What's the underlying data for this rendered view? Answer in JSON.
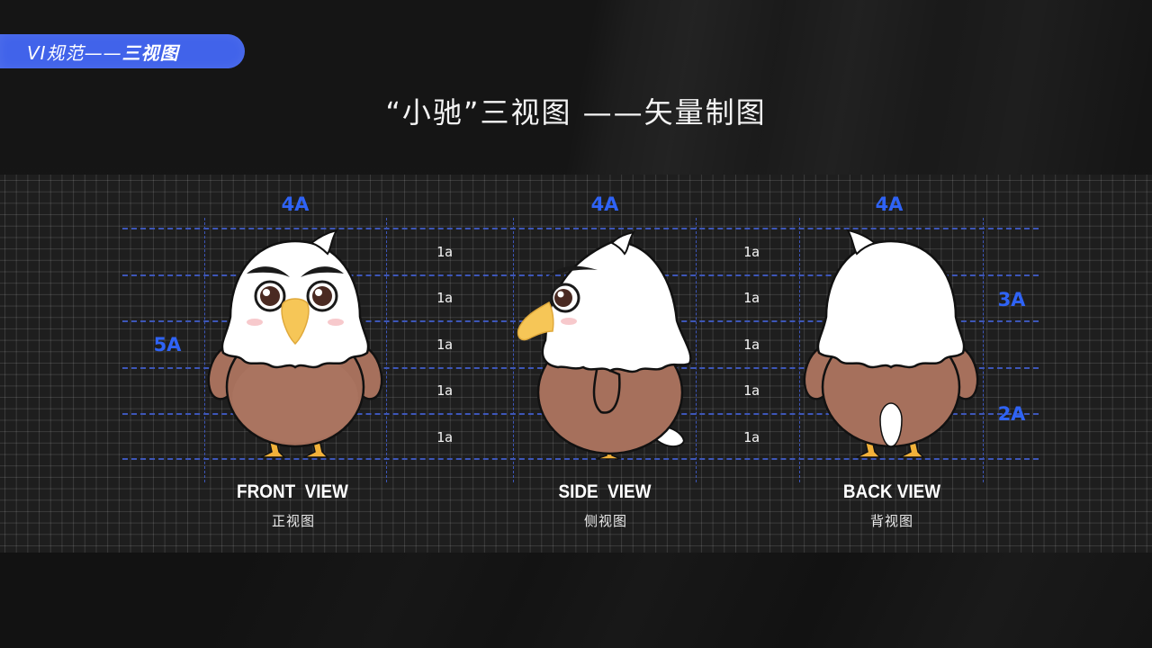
{
  "badge": {
    "prefix": "VI规范——",
    "emphasis": "三视图"
  },
  "title": "“小驰”三视图 ——矢量制图",
  "dimensions": {
    "front_width": "4A",
    "side_width": "4A",
    "back_width": "4A",
    "total_height": "5A",
    "head_height": "3A",
    "body_height": "2A"
  },
  "row_labels_left": [
    "1a",
    "1a",
    "1a",
    "1a",
    "1a"
  ],
  "row_labels_right": [
    "1a",
    "1a",
    "1a",
    "1a",
    "1a"
  ],
  "views": [
    {
      "name_en": "FRONT  VIEW",
      "name_cn": "正视图"
    },
    {
      "name_en": "SIDE  VIEW",
      "name_cn": "侧视图"
    },
    {
      "name_en": "BACK VIEW",
      "name_cn": "背视图"
    }
  ],
  "colors": {
    "badge_blue": "#4163ea",
    "dimension_blue": "#2f63f5",
    "guide_dash": "#3d56b8",
    "eagle_body_brown": "#a6705c",
    "eagle_beak_yellow": "#f6c657",
    "eagle_feet": "#f2b23a",
    "blush_pink": "#f7c9cc"
  }
}
